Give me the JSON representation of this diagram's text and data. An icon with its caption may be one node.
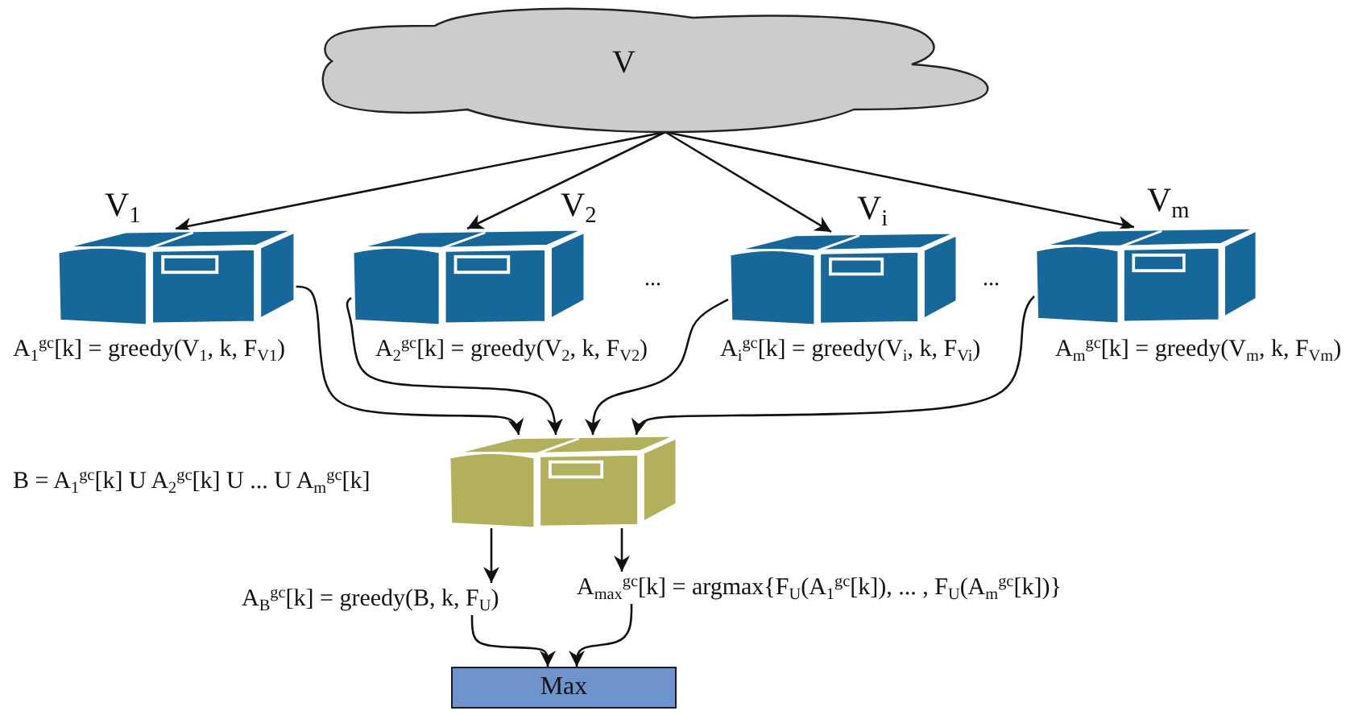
{
  "diagram": {
    "nodes": [
      {
        "text": [
          "V"
        ]
      },
      {
        "text": [
          "V$_{1}$"
        ],
        "beside": [
          "A$_{1}$$^{gc}$[k] = greedy(V$_{1}$, k, F$_{V1}$)"
        ]
      },
      {
        "text": [
          "V$_{2}$"
        ],
        "beside": [
          "A$_{2}$$^{gc}$[k] = greedy(V$_{2}$, k, F$_{V2}$)"
        ]
      },
      {
        "text": [
          "V$_{i}$"
        ],
        "beside": [
          "A$_{i}$$^{gc}$[k] = greedy(V$_{i}$, k, F$_{Vi}$)"
        ]
      },
      {
        "text": [
          "V$_{m}$"
        ],
        "beside": [
          "A$_{m}$$^{gc}$[k] = greedy(V$_{m}$, k, F$_{Vm}$)"
        ]
      },
      {
        "text": [],
        "shape": "box",
        "beside": [
          "B = A$_{1}$$^{gc}$[k] U A$_{2}$$^{gc}$[k] U ... U A$_{m}$$^{gc}$[k]"
        ]
      },
      {
        "text": [
          "A$_{B}$$^{gc}$[k] = greedy(B, k, F$_{U}$)"
        ]
      },
      {
        "text": [
          "A$_{max}$$^{gc}$[k] = argmax{F$_{U}$(A$_{1}$$^{gc}$[k]), ... , F$_{U}$(A$_{m}$$^{gc}$[k])}"
        ]
      },
      {
        "text": [
          "Max"
        ]
      }
    ],
    "edges": [
      {
        "from": 0,
        "to": 1,
        "arrow": "to"
      },
      {
        "from": 0,
        "to": 2,
        "arrow": "to"
      },
      {
        "from": 0,
        "to": 3,
        "arrow": "to"
      },
      {
        "from": 0,
        "to": 4,
        "arrow": "to"
      },
      {
        "from": 1,
        "to": 5,
        "arrow": "to"
      },
      {
        "from": 2,
        "to": 5,
        "arrow": "to"
      },
      {
        "from": 3,
        "to": 5,
        "arrow": "to"
      },
      {
        "from": 4,
        "to": 5,
        "arrow": "to"
      },
      {
        "from": 5,
        "to": 6,
        "arrow": "to"
      },
      {
        "from": 5,
        "to": 7,
        "arrow": "to"
      },
      {
        "from": 6,
        "to": 8,
        "arrow": "to"
      },
      {
        "from": 7,
        "to": 8,
        "arrow": "to"
      }
    ],
    "labels": [
      "...",
      "..."
    ]
  }
}
